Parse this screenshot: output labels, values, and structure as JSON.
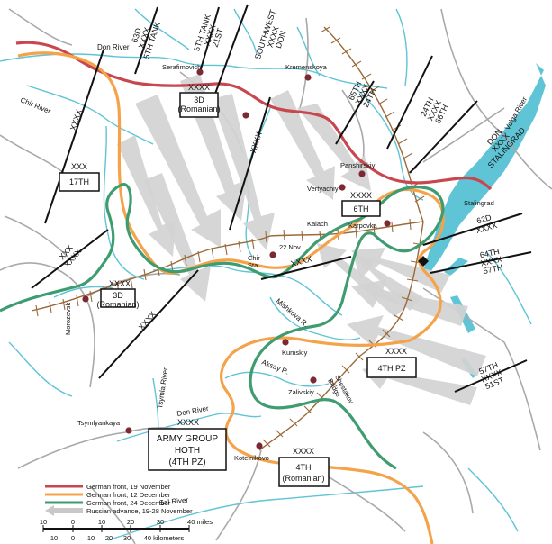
{
  "rivers": {
    "don_n": "Don River",
    "chir": "Chir River",
    "volga": "Volga River",
    "mishkova": "Mishkova R.",
    "aksay": "Aksay R.",
    "tsymla": "Tsymla River",
    "don_s": "Don River",
    "sal": "Sal River"
  },
  "towns": {
    "serafimovich": "Serafimovich",
    "kremenskoya": "Kremenskoya",
    "panshirskiy": "Panshirskiy",
    "vertyachiy": "Vertyachiy",
    "stalingrad": "Stalingrad",
    "kalach": "Kalach",
    "karpovka": "Karpovka",
    "nov22": "22 Nov",
    "chir_sta": "Chir\nSta.",
    "morozovsk": "Morozovsk",
    "kumskiy": "Kumskiy",
    "zalivskiy": "Zalivskiy",
    "shestakov": "Shestakov\nBridge",
    "tsymlyankaya": "Tsymlyankaya",
    "kotelnikovo": "Kotelnikovo"
  },
  "units": {
    "u_3d_rom_n": {
      "echelon": "XXXX",
      "name": "3D\n(Romanian)"
    },
    "u_17th": {
      "echelon": "XXX",
      "name": "17TH"
    },
    "u_6th": {
      "echelon": "XXXX",
      "name": "6TH"
    },
    "u_3d_rom_s": {
      "echelon": "XXXX",
      "name": "3D\n(Romanian)"
    },
    "u_4thpz": {
      "echelon": "XXXX",
      "name": "4TH PZ"
    },
    "u_hoth": {
      "echelon": "XXXX",
      "name": "ARMY GROUP\nHOTH\n(4TH PZ)"
    },
    "u_4th_rom": {
      "echelon": "XXXX",
      "name": "4TH\n(Romanian)"
    }
  },
  "boundaries": {
    "b1": {
      "left": "63D",
      "mid": "XXXX",
      "right": "5TH TANK"
    },
    "b2": {
      "left": "5TH TANK",
      "mid": "XXXX",
      "right": "21ST"
    },
    "b3": {
      "left": "SOUTHWEST",
      "mid": "XXXX",
      "right": "DON"
    },
    "b4": {
      "left": "65TH",
      "mid": "XXXX",
      "right": "24TH"
    },
    "b5": {
      "left": "24TH",
      "mid": "XXXX",
      "right": "66TH"
    },
    "b6": {
      "left": "DON",
      "mid": "XXXX",
      "right": "STALINGRAD"
    },
    "b7": {
      "left": "62D",
      "mid": "XXXX",
      "right": ""
    },
    "b8": {
      "left": "64TH",
      "mid": "XXXX",
      "right": "57TH"
    },
    "b9": {
      "left": "57TH",
      "mid": "XXXX",
      "right": "51ST"
    },
    "bx_chir": "XXXX",
    "bx_center": "XXXX",
    "bx_kalach": "XXXX",
    "bx_mor_w": {
      "top": "XXX",
      "bottom": "XXXX"
    },
    "bx_mor_s": "XXXX",
    "bx_south": "XXXX"
  },
  "legend": {
    "items": [
      {
        "label": "German front, 19 November",
        "color": "#c8474f"
      },
      {
        "label": "German front, 12 December",
        "color": "#f4a34a"
      },
      {
        "label": "German front, 24 December",
        "color": "#3f9c71"
      },
      {
        "label": "Russian advance, 19-28 November",
        "color": "#c8c8c8"
      }
    ]
  },
  "scale": {
    "miles_ticks": [
      "10",
      "0",
      "10",
      "20",
      "30",
      "40 miles"
    ],
    "km_ticks": [
      "10",
      "0",
      "10",
      "20",
      "30",
      "40 kilometers"
    ]
  },
  "colors": {
    "river": "#5ec4d6",
    "road": "#a9a9a9",
    "railway": "#9a6a3a",
    "town": "#7b2a33"
  }
}
